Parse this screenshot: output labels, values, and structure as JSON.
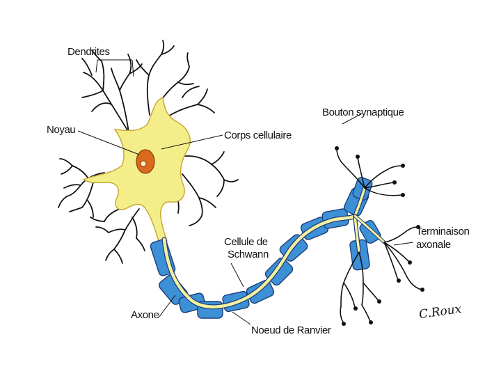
{
  "diagram": {
    "labels": {
      "dendrites": "Dendrites",
      "noyau": "Noyau",
      "corps_cellulaire": "Corps cellulaire",
      "bouton_synaptique": "Bouton synaptique",
      "cellule_de_schwann_line1": "Cellule de",
      "cellule_de_schwann_line2": "Schwann",
      "terminaison_axonale_line1": "Terminaison",
      "terminaison_axonale_line2": "axonale",
      "axone": "Axone",
      "noeud_de_ranvier": "Noeud de Ranvier"
    },
    "signature": "C.Roux",
    "colors": {
      "cell_body": "#f3ee8a",
      "cell_body_outline": "#caa935",
      "nucleus": "#d9691c",
      "nucleolus": "#fff6c8",
      "myelin": "#3d8fd6",
      "myelin_outline": "#1b3f7a",
      "axon": "#f5f0a0",
      "dendrites": "#111111"
    }
  }
}
